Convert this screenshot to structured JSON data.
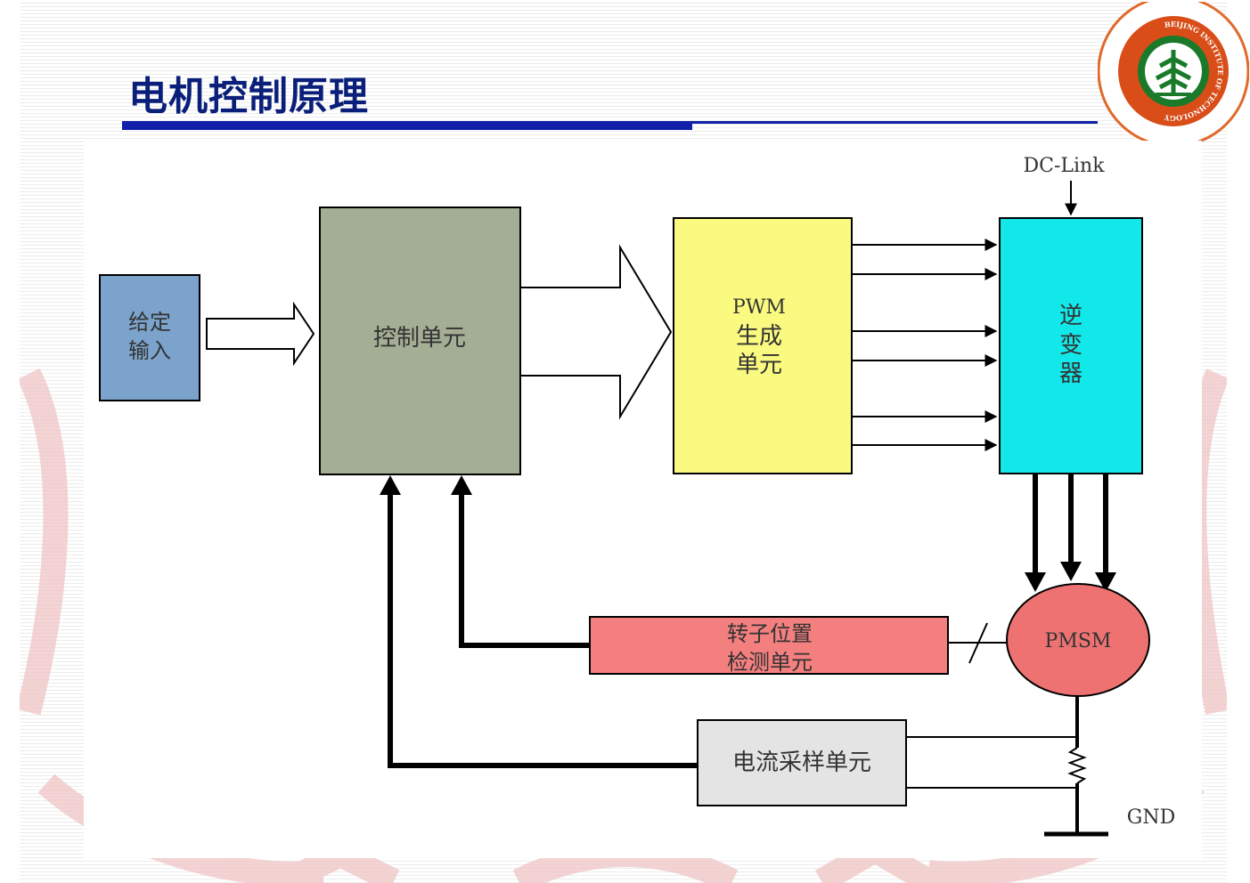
{
  "slide": {
    "title": "电机控制原理",
    "colors": {
      "title": "#0a1f7a",
      "rule": "#1020a8",
      "watermark": "#e8b8b8"
    }
  },
  "logo": {
    "text": "BEIJING INSTITUTE OF TECHNOLOGY",
    "icon": "university-seal-icon",
    "colors": [
      "#d84d18",
      "#1a7a2a"
    ]
  },
  "diagram": {
    "blocks": {
      "setpoint": {
        "lines": [
          "给定",
          "输入"
        ],
        "color": "#7ba3cc"
      },
      "control": {
        "label": "控制单元",
        "color": "#a3ae94"
      },
      "pwm": {
        "lines": [
          "PWM",
          "生成",
          "单元"
        ],
        "color": "#fafa80"
      },
      "inverter": {
        "lines": [
          "逆",
          "变",
          "器"
        ],
        "color": "#12e8ea"
      },
      "rotor_sensor": {
        "lines": [
          "转子位置",
          "检测单元"
        ],
        "color": "#f47f7f"
      },
      "motor": {
        "label": "PMSM",
        "color": "#ef7272"
      },
      "current_sampling": {
        "label": "电流采样单元",
        "color": "#e4e4e4"
      }
    },
    "labels": {
      "dc_link": "DC-Link",
      "gnd": "GND"
    }
  }
}
